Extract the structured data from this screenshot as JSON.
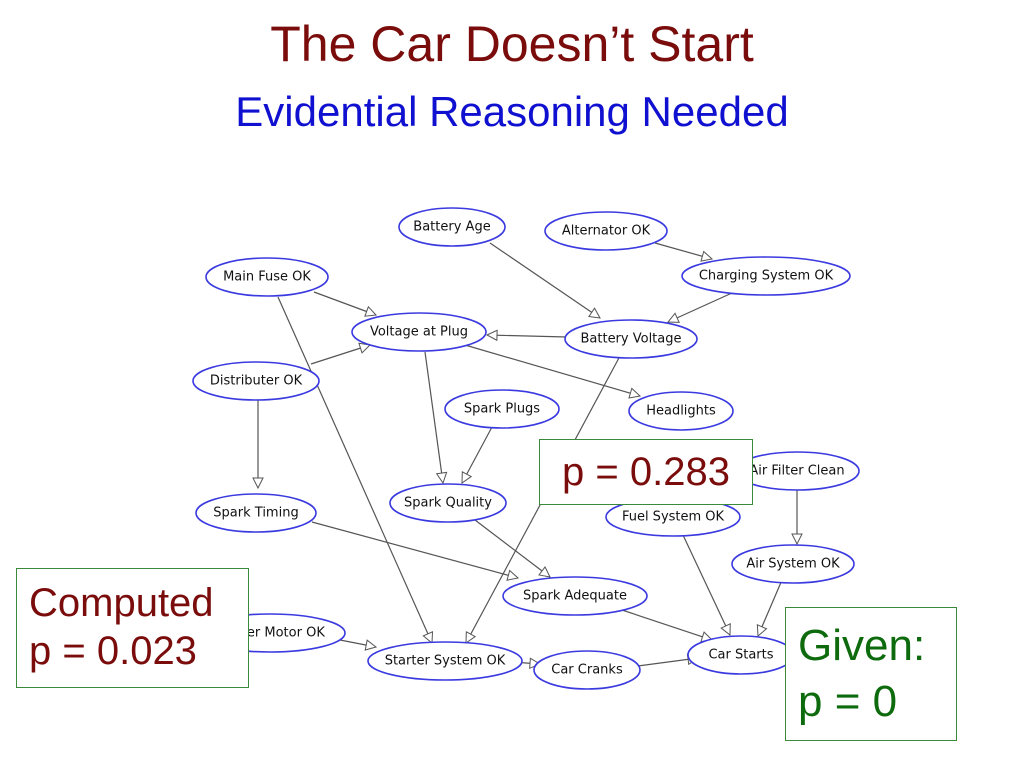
{
  "slide": {
    "title": "The Car Doesn’t Start",
    "subtitle": "Evidential Reasoning Needed"
  },
  "colors": {
    "title": "#7a0c0c",
    "subtitle": "#1010d0",
    "node_border": "#3a3ae0",
    "edge": "#555555",
    "box_border": "#3a8a3a",
    "given_text": "#0d6b0d"
  },
  "nodes": {
    "battery_age": "Battery Age",
    "alternator_ok": "Alternator OK",
    "main_fuse_ok": "Main Fuse OK",
    "charging_system_ok": "Charging System OK",
    "voltage_at_plug": "Voltage at Plug",
    "battery_voltage": "Battery Voltage",
    "distributer_ok": "Distributer OK",
    "spark_plugs": "Spark Plugs",
    "headlights": "Headlights",
    "air_filter_clean": "Air Filter Clean",
    "spark_quality": "Spark Quality",
    "fuel_system_ok": "Fuel System OK",
    "spark_timing": "Spark Timing",
    "air_system_ok": "Air System OK",
    "spark_adequate": "Spark Adequate",
    "starter_motor_ok": "Starter Motor OK",
    "car_starts": "Car Starts",
    "starter_system_ok": "Starter System OK",
    "car_cranks": "Car Cranks"
  },
  "annotations": {
    "p_middle": "p = 0.283",
    "computed_label": "Computed",
    "computed_value": "p = 0.023",
    "given_label": "Given:",
    "given_value": "p = 0"
  }
}
